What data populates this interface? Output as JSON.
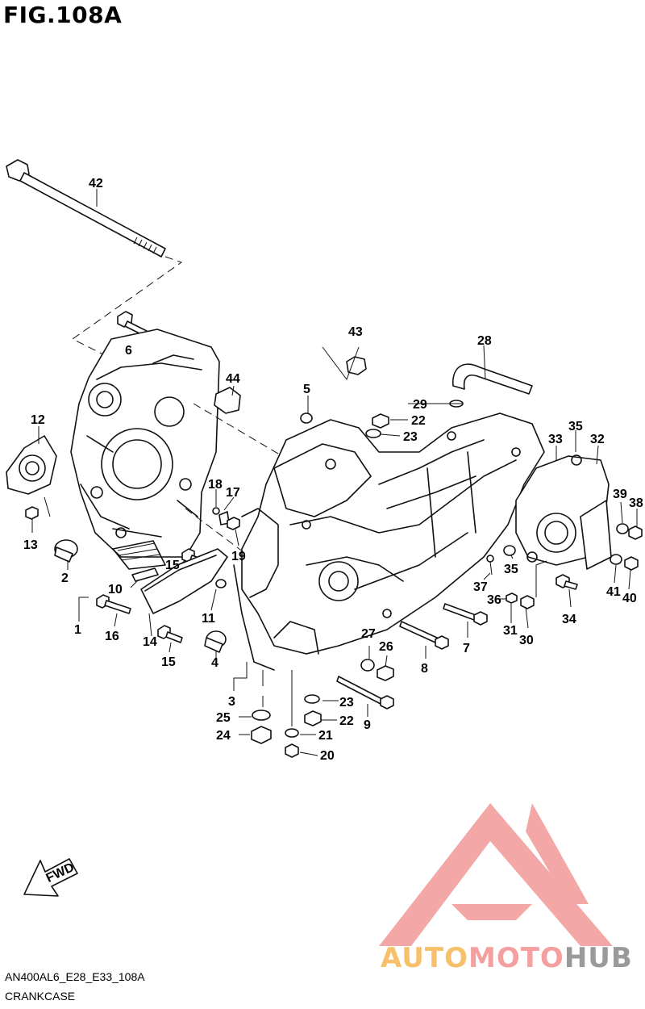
{
  "figure": {
    "title": "FIG.108A",
    "code": "AN400AL6_E28_E33_108A",
    "caption": "CRANKCASE",
    "fwd_label": "FWD"
  },
  "watermark": {
    "brand_part1": "AUTO",
    "brand_part2": "MOTO",
    "brand_part3": "HUB",
    "colors": {
      "auto": "#f6c16a",
      "moto": "#f4a0a0",
      "hub": "#9a9a9a",
      "logo": "#f08a8a"
    }
  },
  "part_labels": [
    "42",
    "6",
    "44",
    "43",
    "28",
    "5",
    "29",
    "22",
    "23",
    "33",
    "35",
    "32",
    "12",
    "18",
    "17",
    "39",
    "38",
    "13",
    "19",
    "15",
    "2",
    "10",
    "37",
    "35",
    "41",
    "40",
    "36",
    "34",
    "1",
    "11",
    "31",
    "30",
    "27",
    "26",
    "7",
    "16",
    "14",
    "15",
    "4",
    "8",
    "3",
    "23",
    "25",
    "22",
    "9",
    "24",
    "21",
    "20"
  ]
}
